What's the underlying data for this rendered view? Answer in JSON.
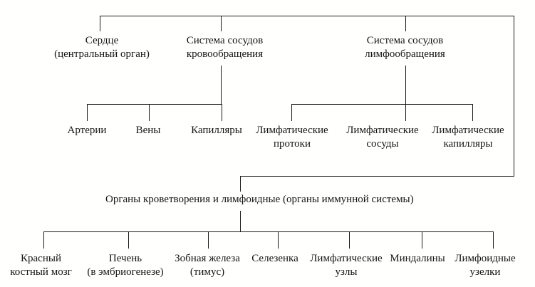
{
  "colors": {
    "background": "#fffffd",
    "line": "#1a1a1a",
    "text": "#141414"
  },
  "diagram_type": "tree",
  "nodes": {
    "heart": {
      "line1": "Сердце",
      "line2": "(центральный орган)"
    },
    "blood_vessel_system": {
      "line1": "Система сосудов",
      "line2": "кровообращения"
    },
    "lymph_vessel_system": {
      "line1": "Система сосудов",
      "line2": "лимфообращения"
    },
    "arteries": {
      "line1": "Артерии"
    },
    "veins": {
      "line1": "Вены"
    },
    "capillaries": {
      "line1": "Капилляры"
    },
    "lymphatic_ducts": {
      "line1": "Лимфатические",
      "line2": "протоки"
    },
    "lymphatic_vessels": {
      "line1": "Лимфатические",
      "line2": "сосуды"
    },
    "lymphatic_capillaries": {
      "line1": "Лимфатические",
      "line2": "капилляры"
    },
    "hematopoietic_organs": {
      "line1": "Органы кроветворения и лимфоидные (органы иммунной системы)"
    },
    "red_bone_marrow": {
      "line1": "Красный",
      "line2": "костный мозг"
    },
    "liver": {
      "line1": "Печень",
      "line2": "(в эмбриогенезе)"
    },
    "thymus": {
      "line1": "Зобная железа",
      "line2": "(тимус)"
    },
    "spleen": {
      "line1": "Селезенка"
    },
    "lymph_nodes": {
      "line1": "Лимфатические",
      "line2": "узлы"
    },
    "tonsils": {
      "line1": "Миндалины"
    },
    "lymphoid_nodules": {
      "line1": "Лимфоидные",
      "line2": "узелки"
    }
  }
}
